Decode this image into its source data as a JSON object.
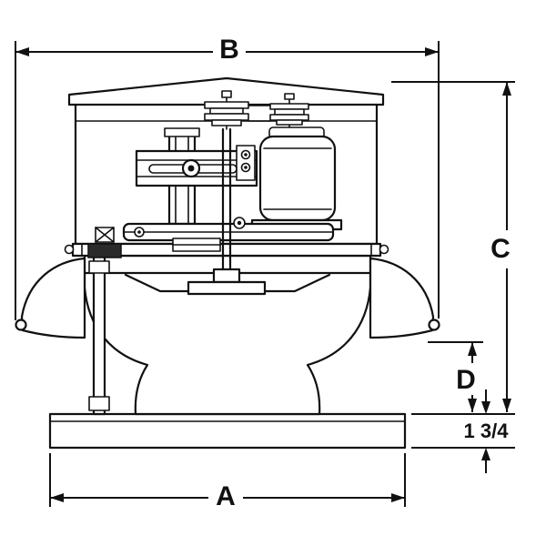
{
  "diagram": {
    "background": "#ffffff",
    "line_color": "#111111",
    "labels": {
      "b": "B",
      "c": "C",
      "d": "D",
      "a": "A",
      "base_height": "1 3/4"
    }
  }
}
